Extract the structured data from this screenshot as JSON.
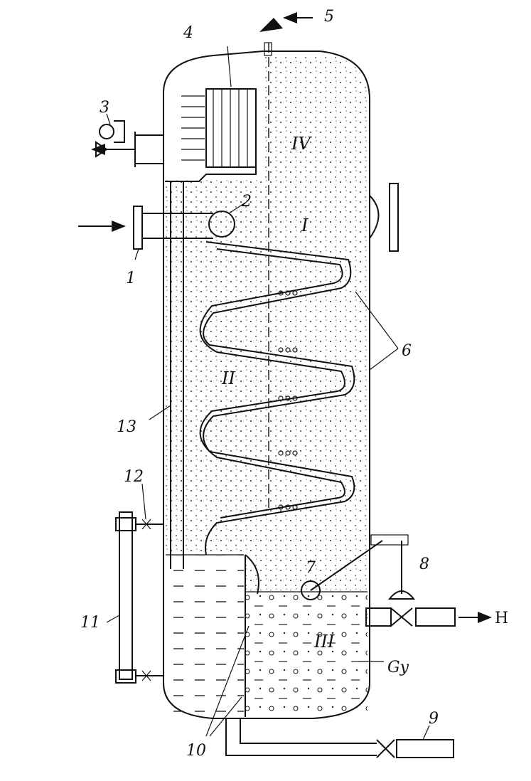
{
  "labels": {
    "n1": "1",
    "n2": "2",
    "n3": "3",
    "n4": "4",
    "n5": "5",
    "n6": "6",
    "n7": "7",
    "n8": "8",
    "n9": "9",
    "n10": "10",
    "n11": "11",
    "n12": "12",
    "n13": "13",
    "zone_I": "I",
    "zone_II": "II",
    "zone_III": "III",
    "zone_IV": "IV",
    "out_H": "H",
    "gy": "Gу"
  },
  "colors": {
    "ink": "#111111",
    "paper": "#ffffff"
  }
}
